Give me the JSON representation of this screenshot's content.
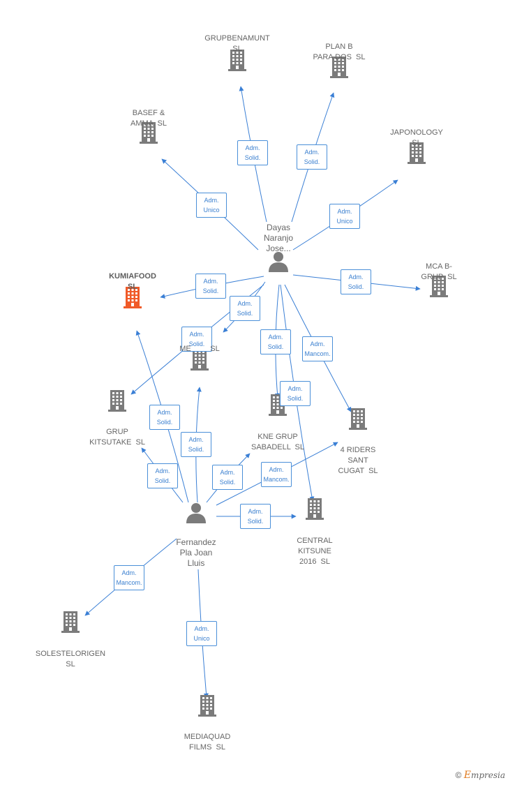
{
  "colors": {
    "edge": "#3a7fd5",
    "company": "#7b7b7b",
    "highlight": "#f05a28",
    "person": "#7b7b7b"
  },
  "companies": [
    {
      "id": "grupbenamunt",
      "label": "GRUPBENAMUNT\nSL"
    },
    {
      "id": "planb",
      "label": "PLAN B\nPARA DOS  SL"
    },
    {
      "id": "basef",
      "label": "BASEF &\nAMMA  SL"
    },
    {
      "id": "japonology",
      "label": "JAPONOLOGY\nSL"
    },
    {
      "id": "kumiafood",
      "label": "KUMIAFOOD\nSL",
      "highlight": true
    },
    {
      "id": "mcab",
      "label": "MCA B-\nGRUP  SL"
    },
    {
      "id": "me",
      "label": "ME         SL"
    },
    {
      "id": "kitsutake",
      "label": "GRUP\nKITSUTAKE  SL"
    },
    {
      "id": "kne",
      "label": "KNE GRUP\nSABADELL  SL"
    },
    {
      "id": "riders",
      "label": "4 RIDERS\nSANT\nCUGAT  SL"
    },
    {
      "id": "central",
      "label": "CENTRAL\nKITSUNE\n2016  SL"
    },
    {
      "id": "solestelorigen",
      "label": "SOLESTELORIGEN\nSL"
    },
    {
      "id": "mediaquad",
      "label": "MEDIAQUAD\nFILMS  SL"
    }
  ],
  "persons": [
    {
      "id": "dayas",
      "label": "Dayas\nNaranjo\nJose..."
    },
    {
      "id": "fernandez",
      "label": "Fernandez\nPla Joan\nLluis"
    }
  ],
  "edges": [
    {
      "from": "dayas",
      "to": "grupbenamunt",
      "label": "Adm.\nSolid."
    },
    {
      "from": "dayas",
      "to": "planb",
      "label": "Adm.\nSolid."
    },
    {
      "from": "dayas",
      "to": "basef",
      "label": "Adm.\nUnico"
    },
    {
      "from": "dayas",
      "to": "japonology",
      "label": "Adm.\nUnico"
    },
    {
      "from": "dayas",
      "to": "kumiafood",
      "label": "Adm.\nSolid."
    },
    {
      "from": "dayas",
      "to": "mcab",
      "label": "Adm.\nSolid."
    },
    {
      "from": "dayas",
      "to": "me",
      "label": "Adm.\nSolid."
    },
    {
      "from": "dayas",
      "to": "kitsutake",
      "label": "Adm.\nSolid."
    },
    {
      "from": "dayas",
      "to": "kne",
      "label": "Adm.\nSolid."
    },
    {
      "from": "dayas",
      "to": "riders",
      "label": "Adm.\nMancom."
    },
    {
      "from": "dayas",
      "to": "central",
      "label": "Adm.\nSolid."
    },
    {
      "from": "fernandez",
      "to": "kumiafood",
      "label": "Adm.\nSolid."
    },
    {
      "from": "fernandez",
      "to": "me",
      "label": "Adm.\nSolid."
    },
    {
      "from": "fernandez",
      "to": "kitsutake",
      "label": "Adm.\nSolid."
    },
    {
      "from": "fernandez",
      "to": "kne",
      "label": "Adm.\nSolid."
    },
    {
      "from": "fernandez",
      "to": "riders",
      "label": "Adm.\nMancom."
    },
    {
      "from": "fernandez",
      "to": "central",
      "label": "Adm.\nSolid."
    },
    {
      "from": "fernandez",
      "to": "solestelorigen",
      "label": "Adm.\nMancom."
    },
    {
      "from": "fernandez",
      "to": "mediaquad",
      "label": "Adm.\nUnico"
    }
  ],
  "brand": {
    "symbol": "©",
    "e": "E",
    "rest": "mpresia"
  }
}
